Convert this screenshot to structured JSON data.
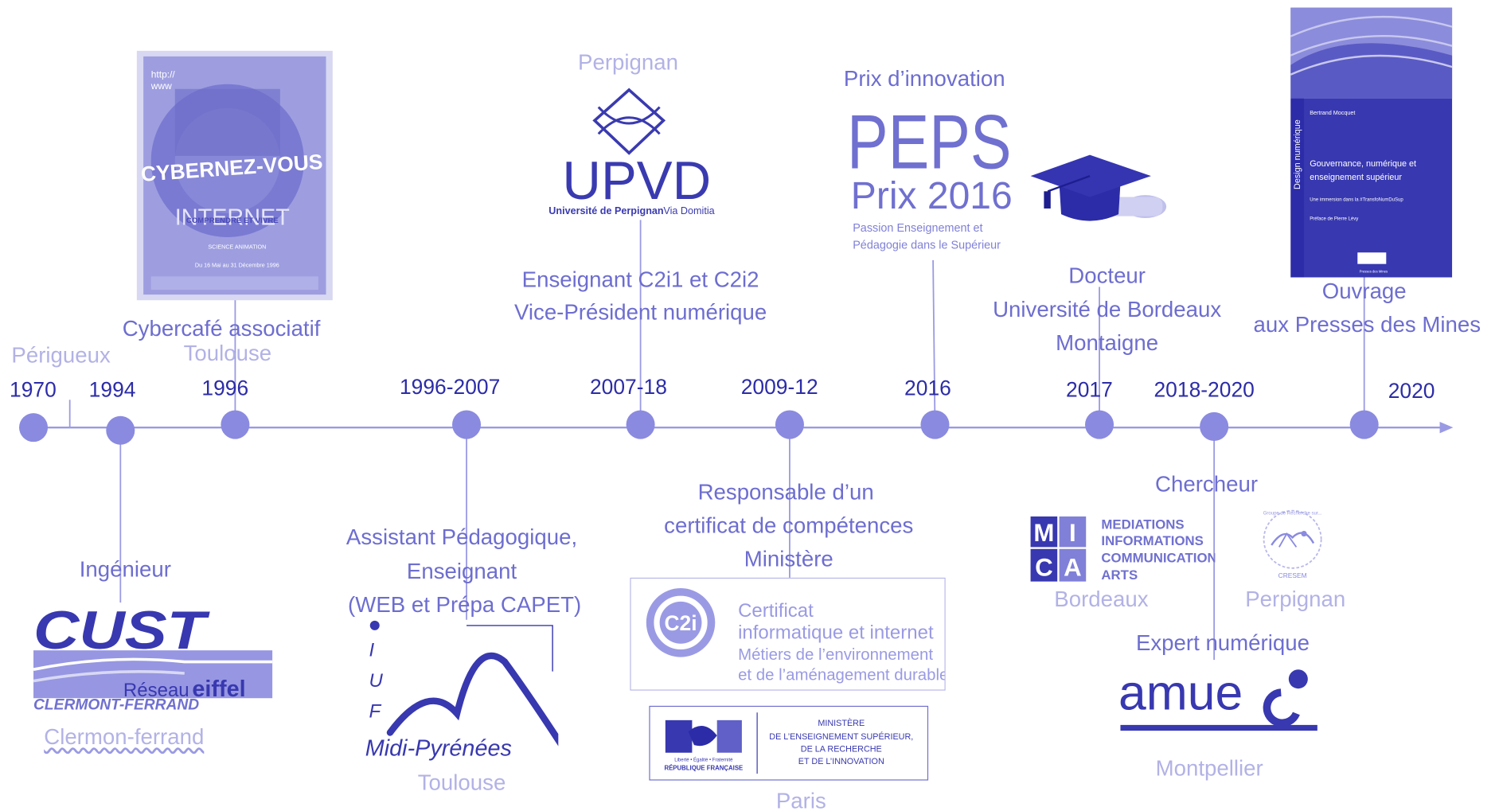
{
  "colors": {
    "primary": "#7b7bdc",
    "dark": "#2c2ca8",
    "light": "#b2b2e6",
    "line": "#8f8fe0"
  },
  "years": {
    "y1970": "1970",
    "y1994": "1994",
    "y1996": "1996",
    "y1996_2007": "1996-2007",
    "y2007_18": "2007-18",
    "y2009_12": "2009-12",
    "y2016": "2016",
    "y2017": "2017",
    "y2018_2020": "2018-2020",
    "y2020": "2020"
  },
  "cities": {
    "perigueux": "Périgueux",
    "toulouse_top": "Toulouse",
    "perpignan_top": "Perpignan",
    "clermont": "Clermon-ferrand",
    "toulouse_bottom": "Toulouse",
    "paris": "Paris",
    "bordeaux": "Bordeaux",
    "perpignan_bottom": "Perpignan",
    "montpellier": "Montpellier"
  },
  "labels": {
    "cybercafe": "Cybercafé associatif",
    "enseignant_c2i_1": "Enseignant C2i1 et C2i2",
    "enseignant_c2i_2": "Vice-Président numérique",
    "prix_innovation": "Prix d’innovation",
    "docteur_1": "Docteur",
    "docteur_2": "Université de Bordeaux",
    "docteur_3": "Montaigne",
    "ouvrage_1": "Ouvrage",
    "ouvrage_2": "aux Presses des Mines",
    "ingenieur": "Ingénieur",
    "assistant_1": "Assistant Pédagogique,",
    "assistant_2": "Enseignant",
    "assistant_3": "(WEB et Prépa CAPET)",
    "responsable_1": "Responsable d’un",
    "responsable_2": "certificat de compétences",
    "responsable_3": "Ministère",
    "chercheur": "Chercheur",
    "expert": "Expert numérique"
  },
  "logos": {
    "poster": {
      "url": "http://",
      "www": "www",
      "title": "CYBERNEZ-VOUS",
      "internet": "INTERNET",
      "sub": "COMPRENDRE ET VIVRE",
      "science": "SCIENCE ANIMATION",
      "dates": "Du 16 Mai au 31 Décembre 1996"
    },
    "upvd": {
      "name": "UPVD",
      "sub1": "Université de Perpignan",
      "sub2": "Via Domitia"
    },
    "peps": {
      "name": "PEPS",
      "prix": "Prix 2016",
      "sub1": "Passion Enseignement et",
      "sub2": "Pédagogie dans le Supérieur"
    },
    "book": {
      "side": "Design numérique",
      "author": "Bertrand Mocquet",
      "title1": "Gouvernance, numérique et",
      "title2": "enseignement supérieur",
      "subtitle": "Une immersion dans la #TransfoNumDuSup",
      "preface": "Préface de Pierre Lévy",
      "publisher": "Presses des Mines"
    },
    "cust": {
      "name": "CUST",
      "reseau": "Réseau",
      "eiffel": "eiffel",
      "city": "CLERMONT-FERRAND"
    },
    "iuf": {
      "i": "I",
      "u": "U",
      "f": "F",
      "region": "Midi-Pyrénées"
    },
    "c2i": {
      "mark": "C2i",
      "l1": "Certificat",
      "l2": "informatique et internet",
      "l3": "Métiers de l’environnement",
      "l4": "et de l’aménagement durables"
    },
    "ministere": {
      "motto": "Liberté • Égalité • Fraternité",
      "republique": "RÉPUBLIQUE FRANÇAISE",
      "l1": "MINISTÈRE",
      "l2": "DE L’ENSEIGNEMENT SUPÉRIEUR,",
      "l3": "DE LA RECHERCHE",
      "l4": "ET DE L’INNOVATION"
    },
    "mica": {
      "m": "M",
      "i": "I",
      "c": "C",
      "a": "A",
      "l1": "MEDIATIONS",
      "l2": "INFORMATIONS",
      "l3": "COMMUNICATION",
      "l4": "ARTS"
    },
    "crsfm": {
      "arc": "Groupe de Recherche sur...",
      "name": "CRESEM"
    },
    "amue": {
      "name": "amue"
    }
  }
}
